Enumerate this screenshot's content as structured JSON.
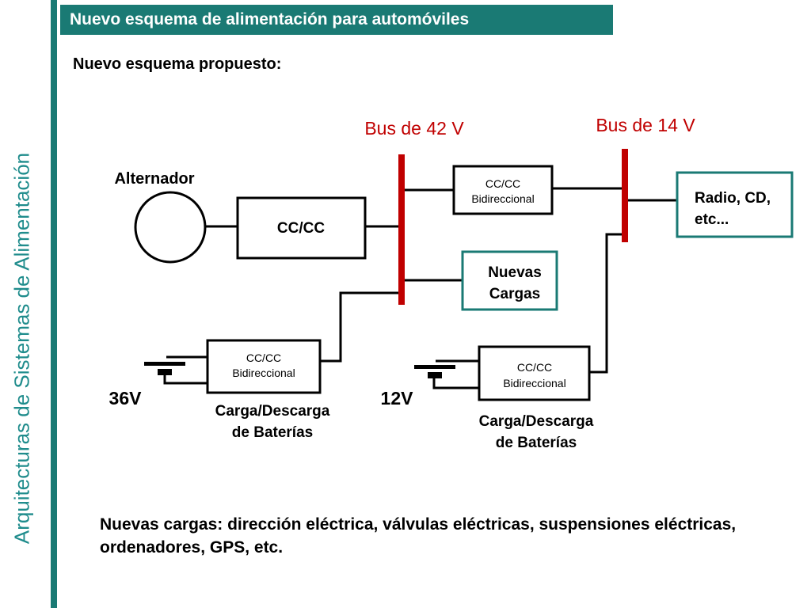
{
  "side_title": "Arquitecturas de Sistemas de Alimentación",
  "header_title": "Nuevo esquema de alimentación para automóviles",
  "subtitle": "Nuevo esquema propuesto:",
  "diagram": {
    "bus42_label": "Bus de 42 V",
    "bus14_label": "Bus de 14 V",
    "alternator_label": "Alternador",
    "cccc_label": "CC/CC",
    "bidir_top": [
      "CC/CC",
      "Bidireccional"
    ],
    "nuevas_cargas": [
      "Nuevas",
      "Cargas"
    ],
    "radio": [
      "Radio, CD,",
      "etc..."
    ],
    "bidir_36": [
      "CC/CC",
      "Bidireccional"
    ],
    "bidir_12": [
      "CC/CC",
      "Bidireccional"
    ],
    "v36_label": "36V",
    "v12_label": "12V",
    "carga36": [
      "Carga/Descarga",
      "de Baterías"
    ],
    "carga12": [
      "Carga/Descarga",
      "de Baterías"
    ]
  },
  "caption": "Nuevas cargas: dirección eléctrica, válvulas eléctricas, suspensiones eléctricas, ordenadores, GPS, etc.",
  "colors": {
    "teal": "#1a7a74",
    "bus_red": "#c00000",
    "side_text": "#1f8c8c"
  }
}
